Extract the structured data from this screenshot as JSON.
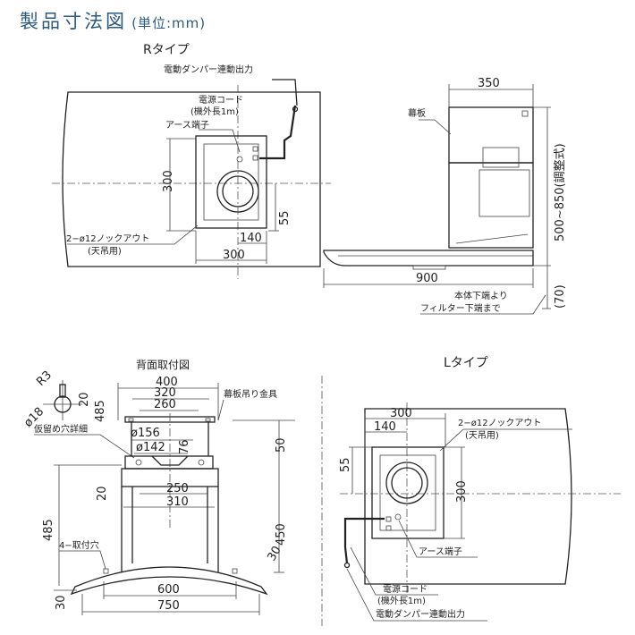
{
  "title": {
    "main": "製品寸法図",
    "sub": "(単位:mm)"
  },
  "r_type": {
    "title": "Rタイプ",
    "labels": {
      "damper": "電動ダンパー連動出力",
      "cord": "電源コード",
      "cord_len": "(機外長1m)",
      "earth": "アース端子",
      "knockout": "2−ø12ノックアウト",
      "ceiling": "(天吊用)",
      "makuita": "幕板",
      "filter_note1": "本体下端より",
      "filter_note2": "フィルター下端まで"
    },
    "dims": {
      "d300v": "300",
      "d55": "55",
      "d140": "140",
      "d300h": "300",
      "d350": "350",
      "d900": "900",
      "d500_850": "500∼850(調整式)",
      "d70": "(70)"
    }
  },
  "back": {
    "title": "背面取付図",
    "labels": {
      "r3": "R3",
      "phi18": "ø18",
      "d20": "20",
      "d485": "485",
      "kari": "仮留め穴詳細",
      "makuita_kanagu": "幕板吊り金具",
      "tori": "4−取付穴"
    },
    "dims": {
      "d400": "400",
      "d320": "320",
      "d260": "260",
      "d156": "ø156",
      "d142": "ø142",
      "d76": "76",
      "d50": "50",
      "d20": "20",
      "d250": "250",
      "d310": "310",
      "d485": "485",
      "d450": "450",
      "d30r": "30",
      "d600": "600",
      "d750": "750",
      "d30l": "30"
    }
  },
  "l_type": {
    "title": "Lタイプ",
    "labels": {
      "knockout": "2−ø12ノックアウト",
      "ceiling": "(天吊用)",
      "earth": "アース端子",
      "cord": "電源コード",
      "cord_len": "(機外長1m)",
      "damper": "電動ダンパー連動出力"
    },
    "dims": {
      "d300": "300",
      "d140": "140",
      "d55": "55",
      "d300v": "300"
    }
  }
}
